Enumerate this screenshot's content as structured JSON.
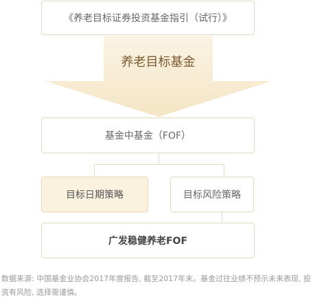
{
  "diagram": {
    "top_box": "《养老目标证券投资基金指引（试行）》",
    "arrow_label": "养老目标基金",
    "fof_box": "基金中基金（FOF）",
    "strategy_date": "目标日期策略",
    "strategy_risk": "目标风险策略",
    "bottom_box": "广发稳健养老FOF"
  },
  "footnote": "数据来源: 中国基金业协会2017年度报告, 截至2017年末。基金过往业绩不预示未来表现, 投资有风险, 选择需谨慎。",
  "colors": {
    "arrow_fill_top": "#faf2e2",
    "arrow_fill_bottom": "#f6e7c9",
    "border": "#e6d8bf",
    "highlight_box": "#fbf1df",
    "label_brown": "#7a5a30"
  }
}
